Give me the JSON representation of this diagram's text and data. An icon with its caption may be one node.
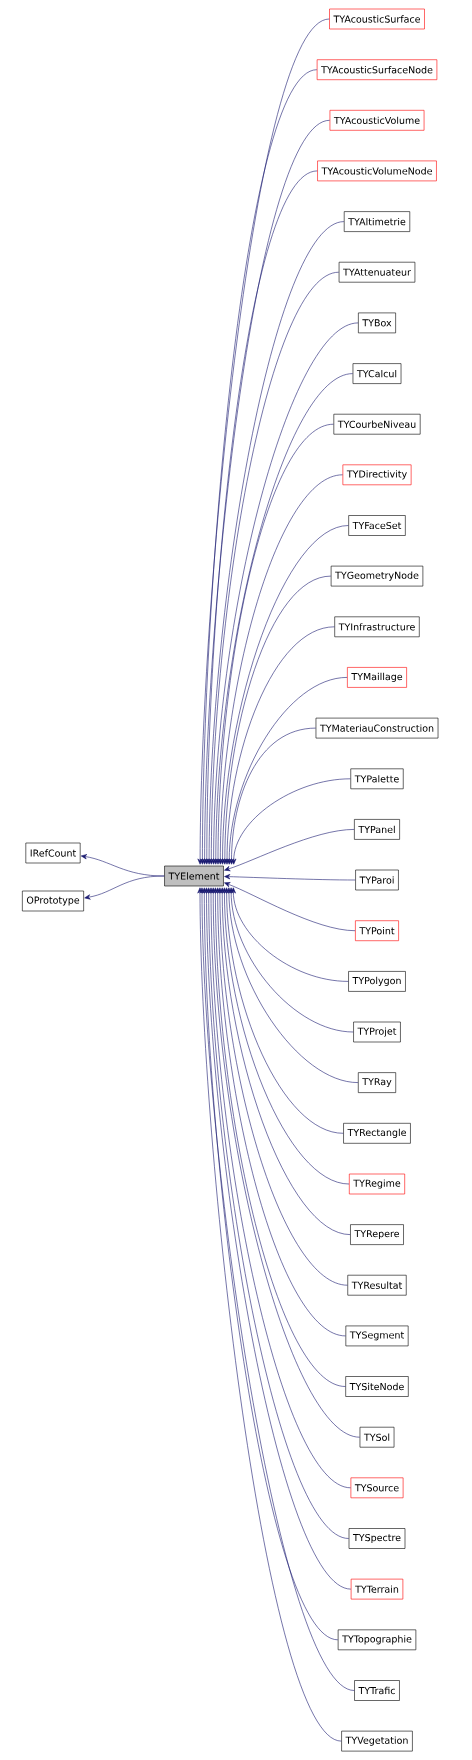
{
  "diagram": {
    "nodes": [
      {
        "text": [
          "IRefCount"
        ]
      },
      {
        "text": [
          "OPrototype"
        ]
      },
      {
        "text": [
          "TYElement"
        ]
      },
      {
        "text": [
          "TYAcousticSurface"
        ]
      },
      {
        "text": [
          "TYAcousticSurfaceNode"
        ]
      },
      {
        "text": [
          "TYAcousticVolume"
        ]
      },
      {
        "text": [
          "TYAcousticVolumeNode"
        ]
      },
      {
        "text": [
          "TYAltimetrie"
        ]
      },
      {
        "text": [
          "TYAttenuateur"
        ]
      },
      {
        "text": [
          "TYBox"
        ]
      },
      {
        "text": [
          "TYCalcul"
        ]
      },
      {
        "text": [
          "TYCourbeNiveau"
        ]
      },
      {
        "text": [
          "TYDirectivity"
        ]
      },
      {
        "text": [
          "TYFaceSet"
        ]
      },
      {
        "text": [
          "TYGeometryNode"
        ]
      },
      {
        "text": [
          "TYInfrastructure"
        ]
      },
      {
        "text": [
          "TYMaillage"
        ]
      },
      {
        "text": [
          "TYMateriauConstruction"
        ]
      },
      {
        "text": [
          "TYPalette"
        ]
      },
      {
        "text": [
          "TYPanel"
        ]
      },
      {
        "text": [
          "TYParoi"
        ]
      },
      {
        "text": [
          "TYPoint"
        ]
      },
      {
        "text": [
          "TYPolygon"
        ]
      },
      {
        "text": [
          "TYProjet"
        ]
      },
      {
        "text": [
          "TYRay"
        ]
      },
      {
        "text": [
          "TYRectangle"
        ]
      },
      {
        "text": [
          "TYRegime"
        ]
      },
      {
        "text": [
          "TYRepere"
        ]
      },
      {
        "text": [
          "TYResultat"
        ]
      },
      {
        "text": [
          "TYSegment"
        ]
      },
      {
        "text": [
          "TYSiteNode"
        ]
      },
      {
        "text": [
          "TYSol"
        ]
      },
      {
        "text": [
          "TYSource"
        ]
      },
      {
        "text": [
          "TYSpectre"
        ]
      },
      {
        "text": [
          "TYTerrain"
        ]
      },
      {
        "text": [
          "TYTopographie"
        ]
      },
      {
        "text": [
          "TYTrafic"
        ]
      },
      {
        "text": [
          "TYVegetation"
        ]
      }
    ],
    "edges": [
      {
        "from": 2,
        "to": 0,
        "arrow": "to"
      },
      {
        "from": 2,
        "to": 1,
        "arrow": "to"
      },
      {
        "from": 3,
        "to": 2,
        "arrow": "to"
      },
      {
        "from": 4,
        "to": 2,
        "arrow": "to"
      },
      {
        "from": 5,
        "to": 2,
        "arrow": "to"
      },
      {
        "from": 6,
        "to": 2,
        "arrow": "to"
      },
      {
        "from": 7,
        "to": 2,
        "arrow": "to"
      },
      {
        "from": 8,
        "to": 2,
        "arrow": "to"
      },
      {
        "from": 9,
        "to": 2,
        "arrow": "to"
      },
      {
        "from": 10,
        "to": 2,
        "arrow": "to"
      },
      {
        "from": 11,
        "to": 2,
        "arrow": "to"
      },
      {
        "from": 12,
        "to": 2,
        "arrow": "to"
      },
      {
        "from": 13,
        "to": 2,
        "arrow": "to"
      },
      {
        "from": 14,
        "to": 2,
        "arrow": "to"
      },
      {
        "from": 15,
        "to": 2,
        "arrow": "to"
      },
      {
        "from": 16,
        "to": 2,
        "arrow": "to"
      },
      {
        "from": 17,
        "to": 2,
        "arrow": "to"
      },
      {
        "from": 18,
        "to": 2,
        "arrow": "to"
      },
      {
        "from": 19,
        "to": 2,
        "arrow": "to"
      },
      {
        "from": 20,
        "to": 2,
        "arrow": "to"
      },
      {
        "from": 21,
        "to": 2,
        "arrow": "to"
      },
      {
        "from": 22,
        "to": 2,
        "arrow": "to"
      },
      {
        "from": 23,
        "to": 2,
        "arrow": "to"
      },
      {
        "from": 24,
        "to": 2,
        "arrow": "to"
      },
      {
        "from": 25,
        "to": 2,
        "arrow": "to"
      },
      {
        "from": 26,
        "to": 2,
        "arrow": "to"
      },
      {
        "from": 27,
        "to": 2,
        "arrow": "to"
      },
      {
        "from": 28,
        "to": 2,
        "arrow": "to"
      },
      {
        "from": 29,
        "to": 2,
        "arrow": "to"
      },
      {
        "from": 30,
        "to": 2,
        "arrow": "to"
      },
      {
        "from": 31,
        "to": 2,
        "arrow": "to"
      },
      {
        "from": 32,
        "to": 2,
        "arrow": "to"
      },
      {
        "from": 33,
        "to": 2,
        "arrow": "to"
      },
      {
        "from": 34,
        "to": 2,
        "arrow": "to"
      },
      {
        "from": 35,
        "to": 2,
        "arrow": "to"
      },
      {
        "from": 36,
        "to": 2,
        "arrow": "to"
      },
      {
        "from": 37,
        "to": 2,
        "arrow": "to"
      }
    ]
  }
}
